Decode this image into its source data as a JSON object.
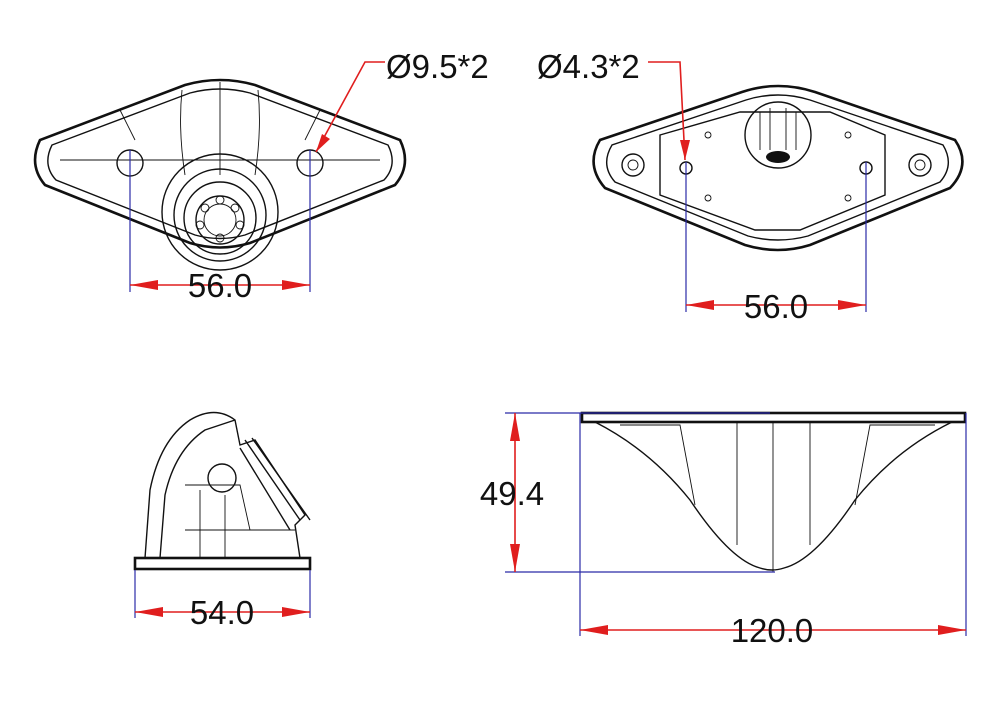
{
  "views": {
    "top_left": {
      "hole_callout": "Ø9.5*2",
      "hole_spacing": "56.0"
    },
    "top_right": {
      "hole_callout": "Ø4.3*2",
      "hole_spacing": "56.0"
    },
    "side": {
      "base_width": "54.0"
    },
    "front": {
      "height": "49.4",
      "width": "120.0"
    }
  },
  "colors": {
    "dimension": "#e01e1e",
    "extension": "#2b2ba8",
    "outline": "#111111"
  }
}
